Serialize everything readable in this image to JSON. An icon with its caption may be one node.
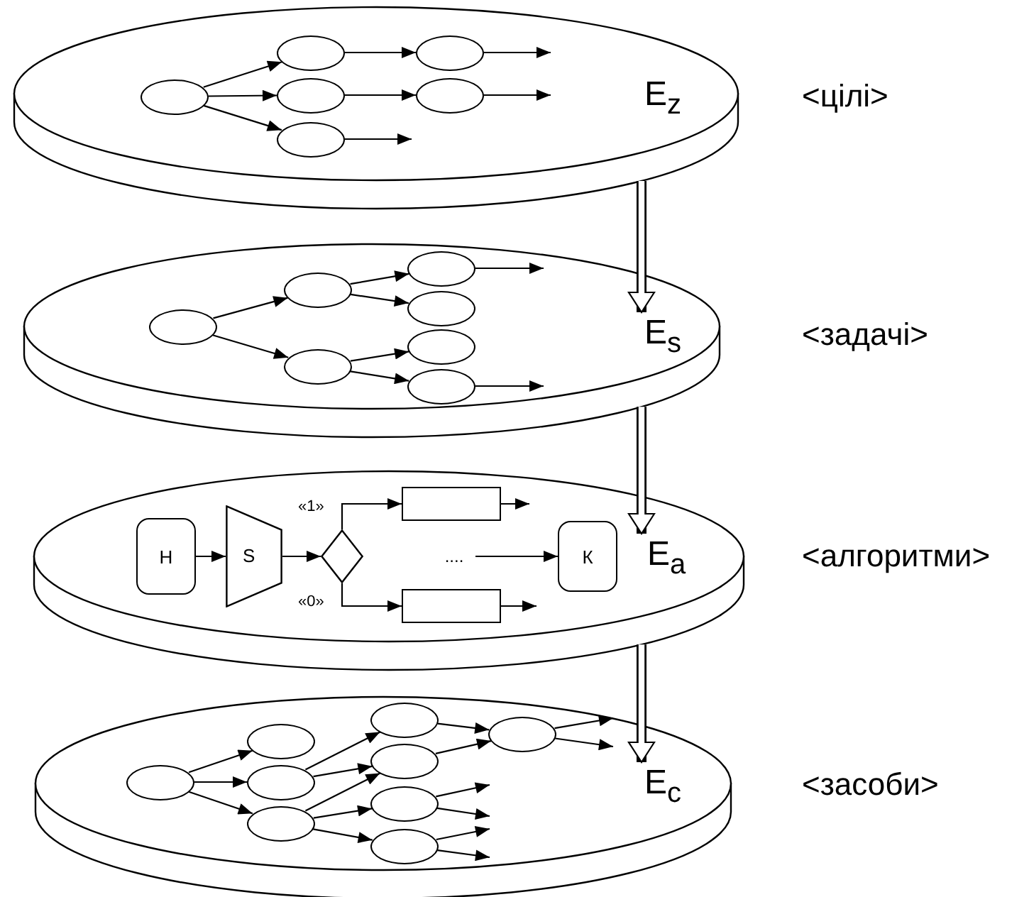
{
  "diagram": {
    "nodes": [
      {
        "text": [
          "E$_{z}$"
        ],
        "beside": [
          "<цілі>"
        ]
      },
      {
        "text": [],
        "shape": "ellipse",
        "in": 0
      },
      {
        "text": [],
        "shape": "ellipse",
        "in": 0
      },
      {
        "text": [],
        "shape": "ellipse",
        "in": 0
      },
      {
        "text": [],
        "shape": "ellipse",
        "in": 0
      },
      {
        "text": [],
        "shape": "ellipse",
        "in": 0
      },
      {
        "text": [],
        "shape": "ellipse",
        "in": 0
      },
      {
        "text": [
          "E$_{s}$"
        ],
        "beside": [
          "<задачі>"
        ]
      },
      {
        "text": [],
        "shape": "ellipse",
        "in": 7
      },
      {
        "text": [],
        "shape": "ellipse",
        "in": 7
      },
      {
        "text": [],
        "shape": "ellipse",
        "in": 7
      },
      {
        "text": [],
        "shape": "ellipse",
        "in": 7
      },
      {
        "text": [],
        "shape": "ellipse",
        "in": 7
      },
      {
        "text": [],
        "shape": "ellipse",
        "in": 7
      },
      {
        "text": [],
        "shape": "ellipse",
        "in": 7
      },
      {
        "text": [
          "E$_{a}$"
        ],
        "beside": [
          "<алгоритми>"
        ]
      },
      {
        "text": [
          "Н"
        ],
        "in": 15
      },
      {
        "text": [
          "S"
        ],
        "in": 15
      },
      {
        "text": [],
        "shape": "diamond",
        "in": 15
      },
      {
        "text": [],
        "shape": "box",
        "in": 15
      },
      {
        "text": [
          "...."
        ],
        "in": 15
      },
      {
        "text": [],
        "shape": "box",
        "in": 15
      },
      {
        "text": [
          "К"
        ],
        "in": 15
      },
      {
        "text": [
          "E$_{c}$"
        ],
        "beside": [
          "<засоби>"
        ]
      },
      {
        "text": [],
        "shape": "ellipse",
        "in": 23
      },
      {
        "text": [],
        "shape": "ellipse",
        "in": 23
      },
      {
        "text": [],
        "shape": "ellipse",
        "in": 23
      },
      {
        "text": [],
        "shape": "ellipse",
        "in": 23
      },
      {
        "text": [],
        "shape": "ellipse",
        "in": 23
      },
      {
        "text": [],
        "shape": "ellipse",
        "in": 23
      },
      {
        "text": [],
        "shape": "ellipse",
        "in": 23
      },
      {
        "text": [],
        "shape": "ellipse",
        "in": 23
      },
      {
        "text": [],
        "shape": "ellipse",
        "in": 23
      }
    ],
    "edges": [
      {
        "from": 1,
        "to": 2,
        "arrow": "to"
      },
      {
        "from": 1,
        "to": 3,
        "arrow": "to"
      },
      {
        "from": 1,
        "to": 4,
        "arrow": "to"
      },
      {
        "from": 2,
        "to": 5,
        "arrow": "to"
      },
      {
        "from": 3,
        "to": 6,
        "arrow": "to"
      },
      {
        "from": 5,
        "to": null,
        "arrow": "to"
      },
      {
        "from": 6,
        "to": null,
        "arrow": "to"
      },
      {
        "from": 4,
        "to": null,
        "arrow": "to"
      },
      {
        "from": 8,
        "to": 9,
        "arrow": "to"
      },
      {
        "from": 8,
        "to": 10,
        "arrow": "to"
      },
      {
        "from": 9,
        "to": 11,
        "arrow": "to"
      },
      {
        "from": 9,
        "to": 12,
        "arrow": "to"
      },
      {
        "from": 10,
        "to": 13,
        "arrow": "to"
      },
      {
        "from": 10,
        "to": 14,
        "arrow": "to"
      },
      {
        "from": 11,
        "to": null,
        "arrow": "to"
      },
      {
        "from": 14,
        "to": null,
        "arrow": "to"
      },
      {
        "from": 16,
        "to": 17,
        "arrow": "to"
      },
      {
        "from": 17,
        "to": 18,
        "arrow": "to"
      },
      {
        "from": 18,
        "to": 19,
        "arrow": "to",
        "label": "«1»"
      },
      {
        "from": 18,
        "to": 21,
        "arrow": "to",
        "label": "«0»"
      },
      {
        "from": 19,
        "to": null,
        "arrow": "to"
      },
      {
        "from": 20,
        "to": 22,
        "arrow": "to"
      },
      {
        "from": 21,
        "to": null,
        "arrow": "to"
      },
      {
        "from": 24,
        "to": 25,
        "arrow": "to"
      },
      {
        "from": 24,
        "to": 26,
        "arrow": "to"
      },
      {
        "from": 24,
        "to": 27,
        "arrow": "to"
      },
      {
        "from": 26,
        "to": 28,
        "arrow": "to"
      },
      {
        "from": 26,
        "to": 29,
        "arrow": "to"
      },
      {
        "from": 27,
        "to": 29,
        "arrow": "to"
      },
      {
        "from": 27,
        "to": 30,
        "arrow": "to"
      },
      {
        "from": 27,
        "to": 31,
        "arrow": "to"
      },
      {
        "from": 28,
        "to": 32,
        "arrow": "to"
      },
      {
        "from": 29,
        "to": 32,
        "arrow": "to"
      },
      {
        "from": 32,
        "to": null,
        "arrow": "to"
      },
      {
        "from": 32,
        "to": null,
        "arrow": "to"
      },
      {
        "from": 30,
        "to": null,
        "arrow": "to"
      },
      {
        "from": 30,
        "to": null,
        "arrow": "to"
      },
      {
        "from": 31,
        "to": null,
        "arrow": "to"
      },
      {
        "from": 31,
        "to": null,
        "arrow": "to"
      },
      {
        "from": 0,
        "to": 7,
        "arrow": "to",
        "style": "thick"
      },
      {
        "from": 7,
        "to": 15,
        "arrow": "to",
        "style": "thick"
      },
      {
        "from": 15,
        "to": 23,
        "arrow": "to",
        "style": "thick"
      }
    ]
  }
}
